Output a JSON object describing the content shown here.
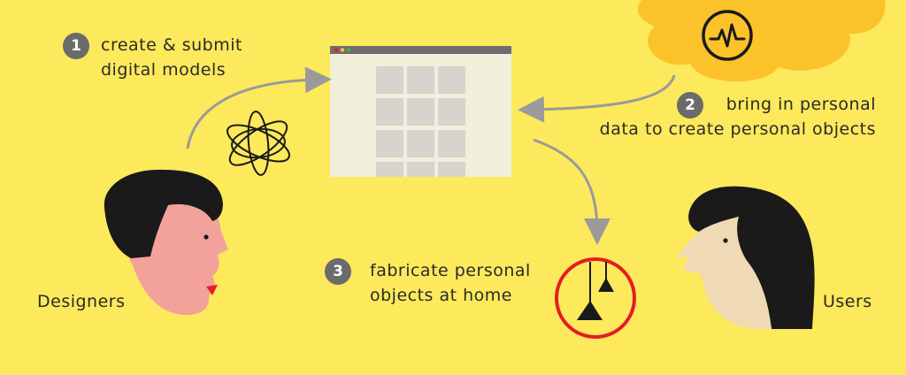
{
  "steps": [
    {
      "number": "1",
      "lines": [
        "create & submit",
        "digital models"
      ]
    },
    {
      "number": "2",
      "lines": [
        "bring in personal",
        "data to create personal objects"
      ]
    },
    {
      "number": "3",
      "lines": [
        "fabricate personal",
        "objects at home"
      ]
    }
  ],
  "roles": {
    "designers": "Designers",
    "users": "Users"
  },
  "icons": {
    "heartbeat": "heartbeat-icon",
    "knot_model": "abstract-3d-model-icon",
    "lamps": "pendant-lamps-icon",
    "browser_gallery": "browser-window-grid-icon"
  },
  "colors": {
    "background": "#fde95c",
    "cloud": "#fcc22a",
    "badge": "#6b6b6b",
    "arrow": "#9a9a9a",
    "object_ring": "#e31e24",
    "designer_skin": "#f2a29a",
    "user_skin": "#f0d9b5",
    "hair": "#1a1a1a"
  }
}
